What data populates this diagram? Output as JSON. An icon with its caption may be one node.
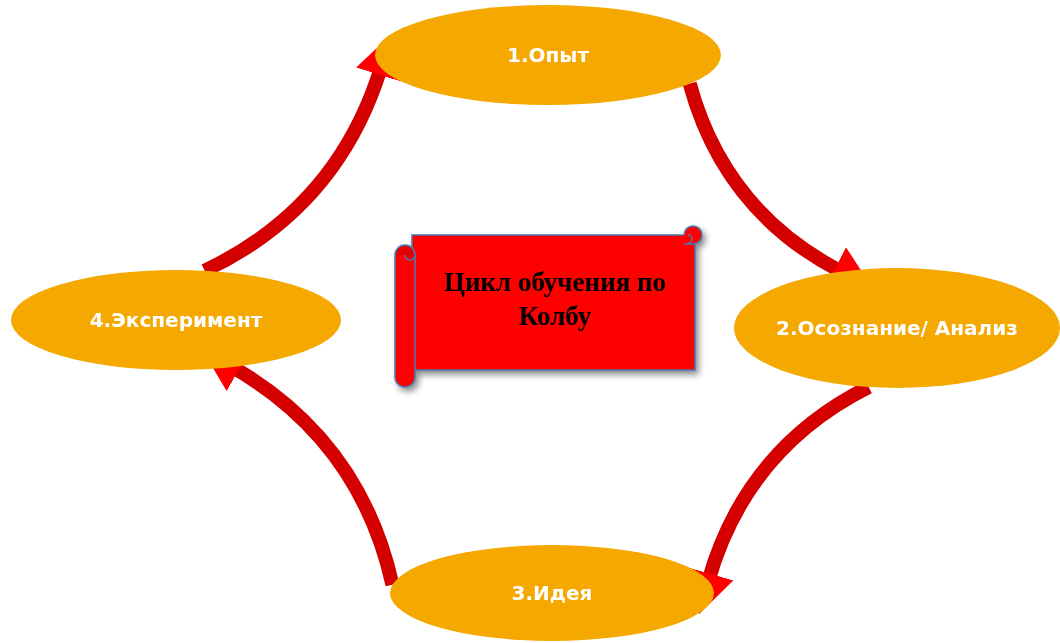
{
  "diagram": {
    "nodes": [
      {
        "text": [
          "1.Опыт"
        ]
      },
      {
        "text": [
          "2.Осознание/ Анализ"
        ]
      },
      {
        "text": [
          "3.Идея"
        ]
      },
      {
        "text": [
          "4.Эксперимент"
        ]
      },
      {
        "text": [
          "Цикл обучения по Колбу"
        ]
      }
    ],
    "edges": [
      {
        "from": 0,
        "to": 1,
        "arrow": "to"
      },
      {
        "from": 1,
        "to": 2,
        "arrow": "to"
      },
      {
        "from": 2,
        "to": 3,
        "arrow": "to"
      },
      {
        "from": 3,
        "to": 0,
        "arrow": "to"
      }
    ]
  }
}
